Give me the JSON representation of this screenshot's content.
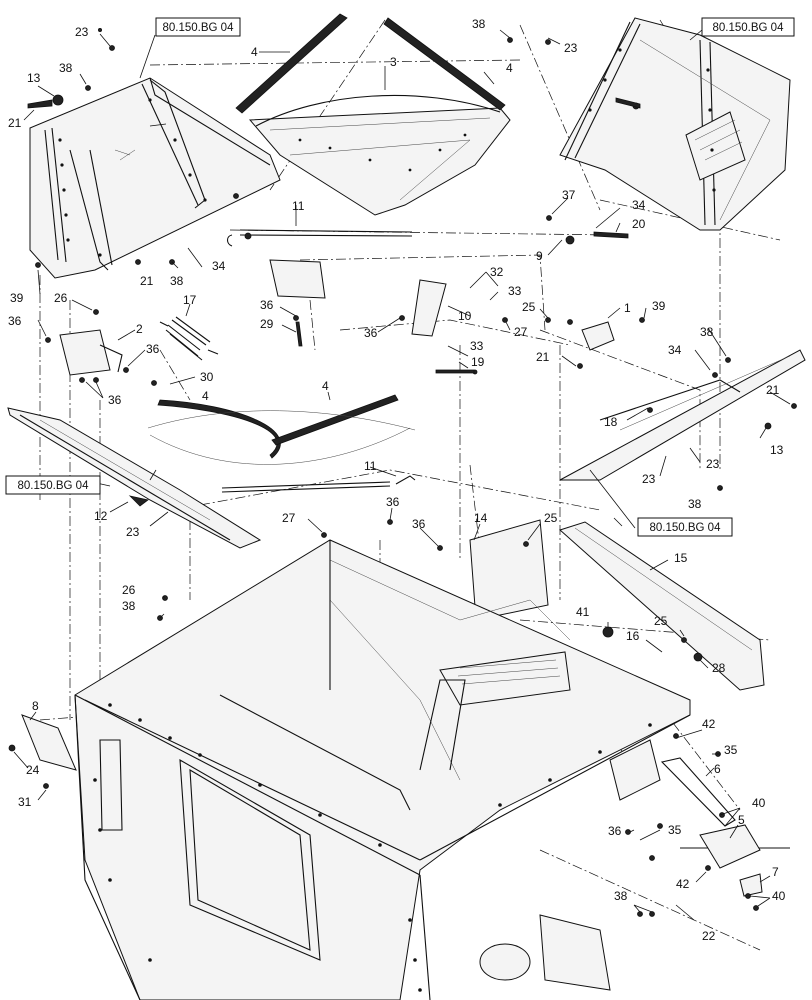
{
  "reference_boxes": [
    {
      "label": "80.150.BG 04"
    },
    {
      "label": "80.150.BG 04"
    },
    {
      "label": "80.150.BG 04"
    },
    {
      "label": "80.150.BG 04"
    }
  ],
  "callouts": [
    "23",
    "4",
    "38",
    "23",
    "4",
    "3",
    "13",
    "38",
    "21",
    "11",
    "37",
    "34",
    "20",
    "9",
    "32",
    "33",
    "17",
    "36",
    "29",
    "36",
    "10",
    "27",
    "25",
    "1",
    "39",
    "39",
    "26",
    "36",
    "2",
    "36",
    "30",
    "36",
    "33",
    "19",
    "21",
    "38",
    "34",
    "18",
    "21",
    "13",
    "23",
    "23",
    "38",
    "4",
    "11",
    "12",
    "23",
    "36",
    "36",
    "27",
    "14",
    "25",
    "15",
    "26",
    "38",
    "41",
    "25",
    "16",
    "28",
    "8",
    "24",
    "31",
    "42",
    "35",
    "6",
    "40",
    "5",
    "36",
    "35",
    "7",
    "42",
    "40",
    "38",
    "22",
    "21",
    "38",
    "34",
    "4"
  ]
}
